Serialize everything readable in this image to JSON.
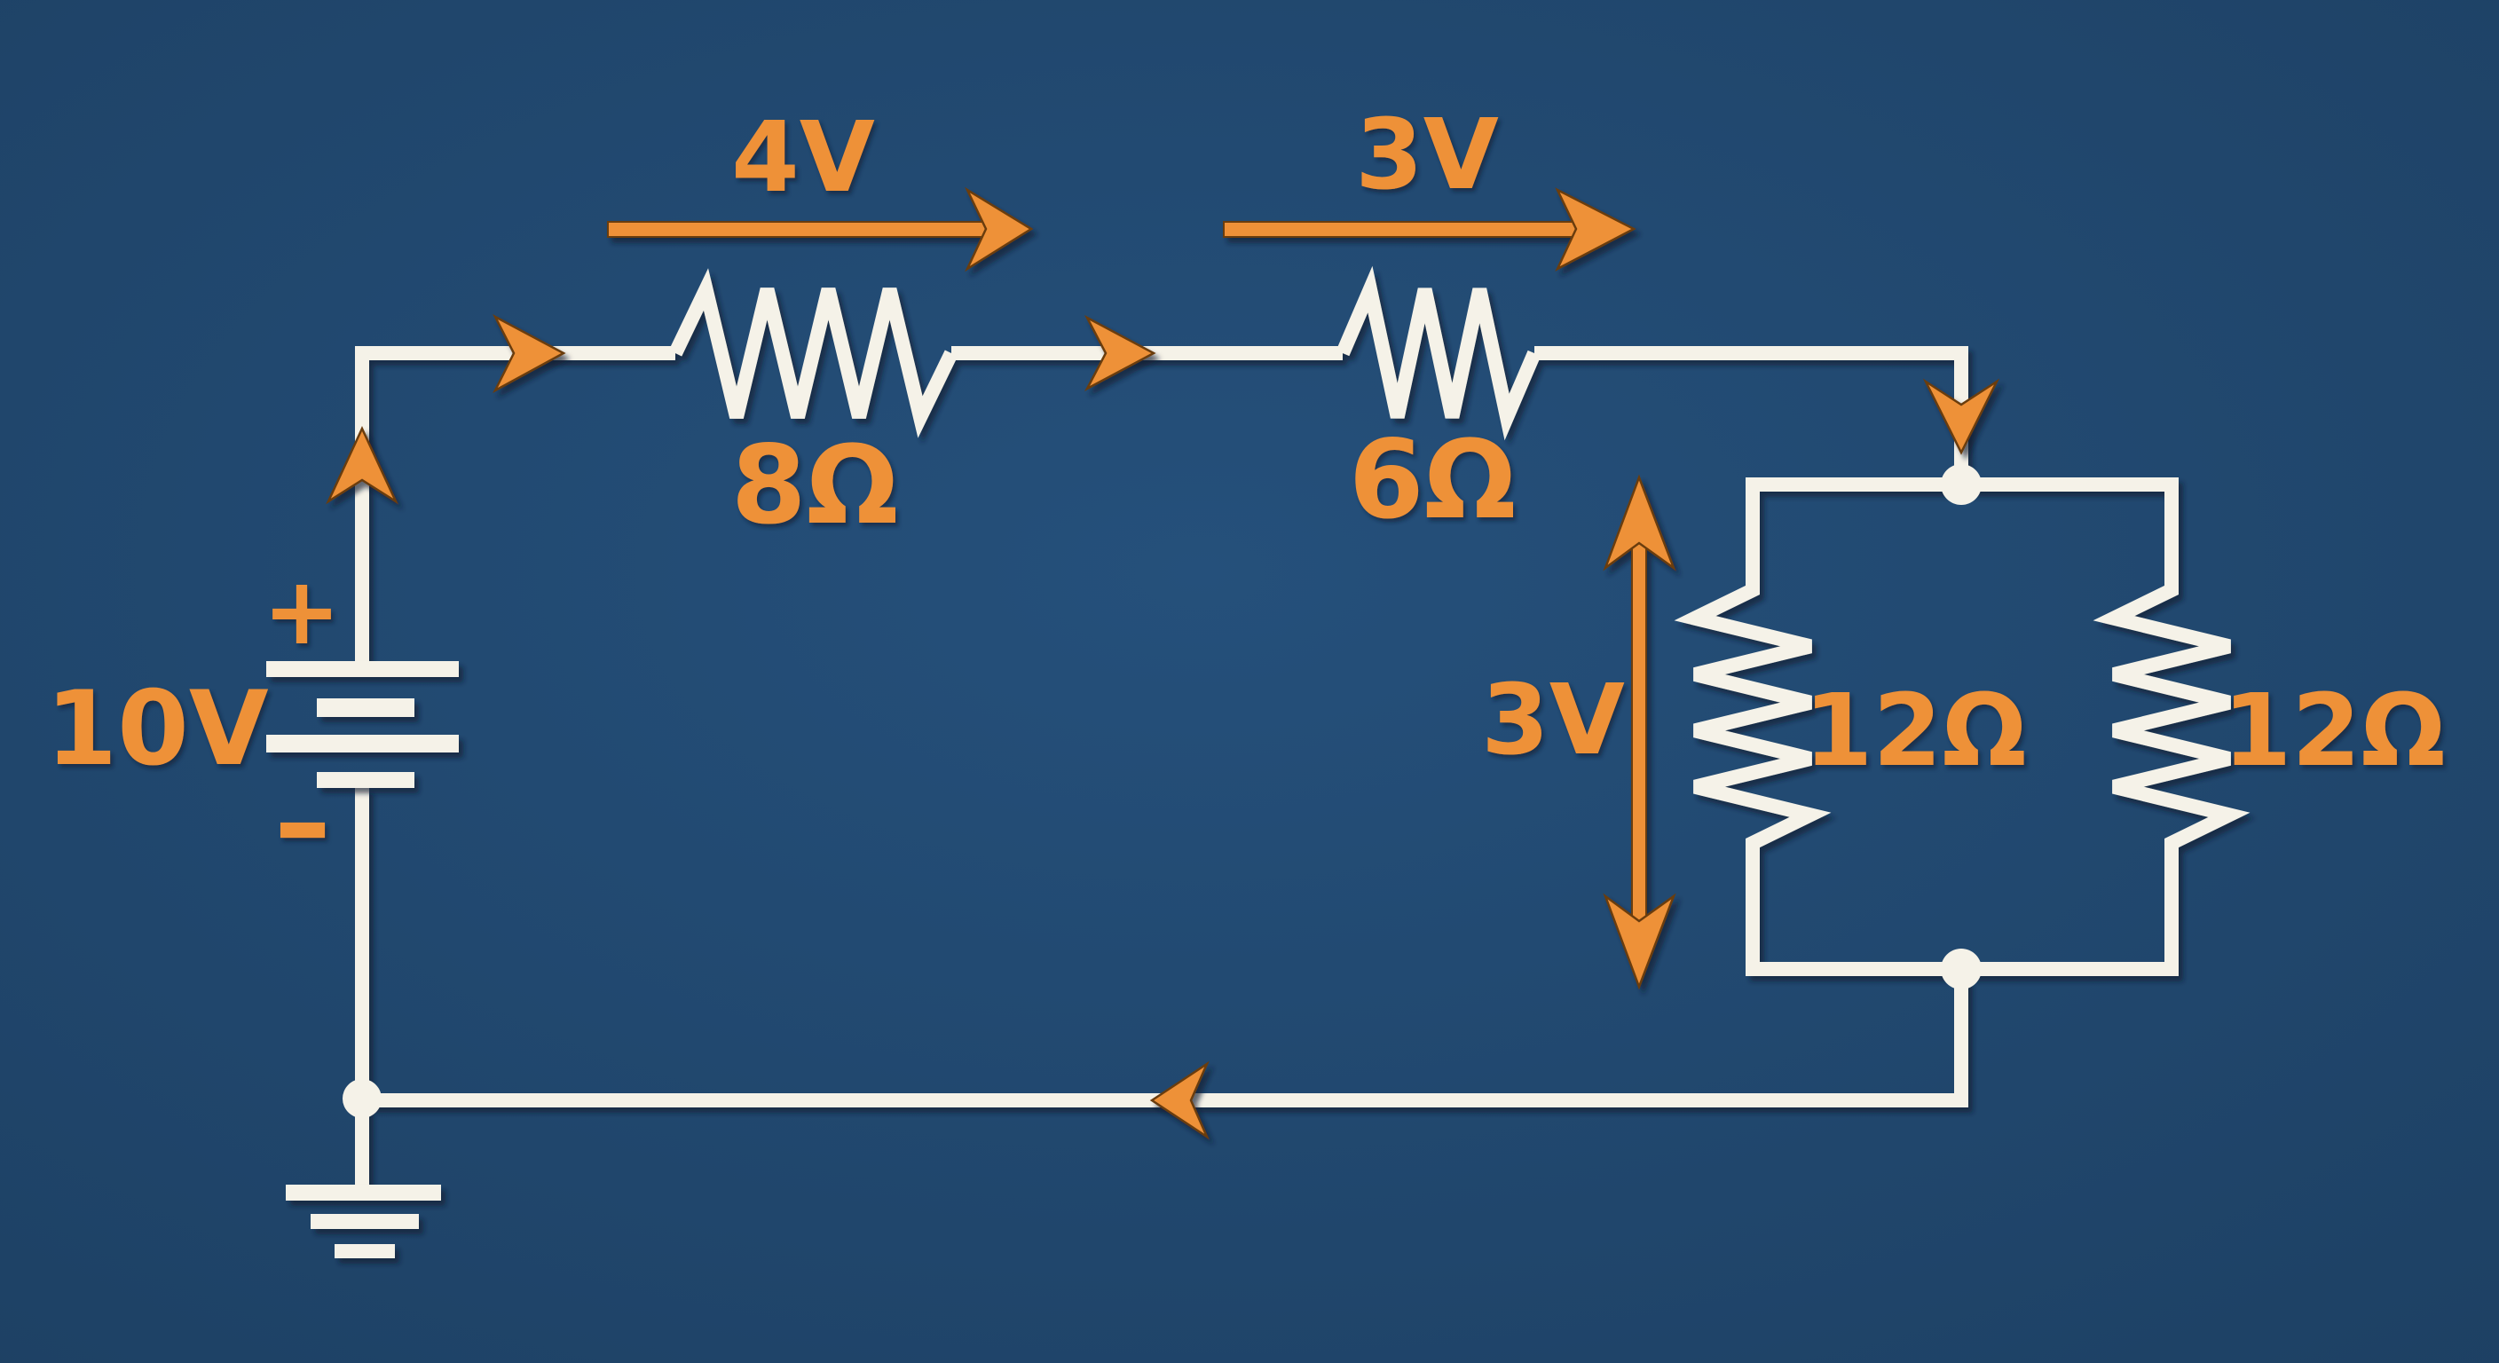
{
  "meta": {
    "title": "DC series-parallel resistor circuit schematic",
    "diagram_type": "circuit-schematic",
    "current_direction": "clockwise"
  },
  "colors": {
    "background": "#21486e",
    "background_edge": "#1d4063",
    "wire": "#f5f2e8",
    "accent_orange": "#ee9138",
    "shadow_outline": "#0a1c33"
  },
  "battery": {
    "voltage_label": "10V",
    "positive_label": "+",
    "negative_label": "−"
  },
  "series_resistors": [
    {
      "value_label": "8Ω",
      "voltage_drop_label": "4V"
    },
    {
      "value_label": "6Ω",
      "voltage_drop_label": "3V"
    }
  ],
  "parallel_resistors": [
    {
      "value_label": "12Ω"
    },
    {
      "value_label": "12Ω"
    }
  ],
  "parallel_voltage_drop_label": "3V",
  "icons": {
    "current_arrow": "orange-swallowtail-arrowhead",
    "voltage_arrow": "orange-arrow-with-shaft",
    "double_headed_voltage_arrow": "orange-vertical-double-arrow",
    "ground_symbol": "three-bar-earth-ground",
    "junction_dot": "filled-circle-node"
  }
}
